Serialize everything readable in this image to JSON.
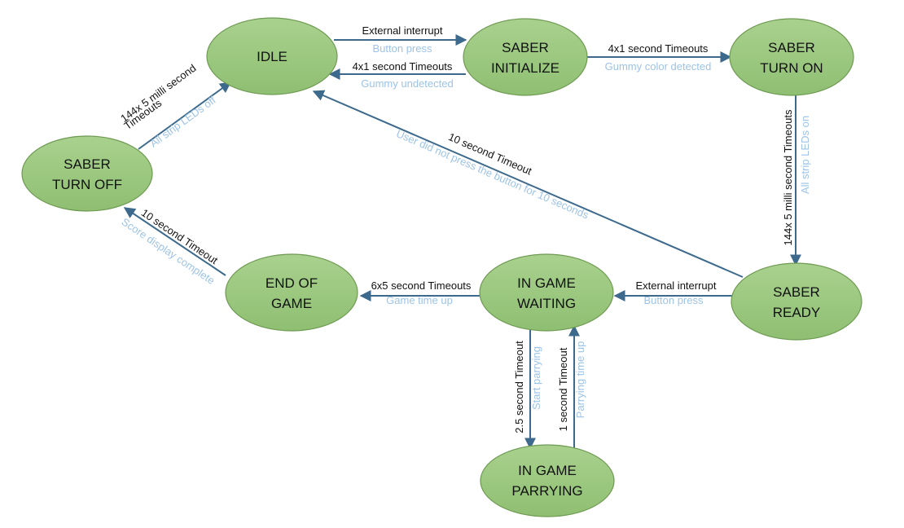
{
  "states": {
    "idle": {
      "line1": "IDLE",
      "line2": ""
    },
    "saber_initialize": {
      "line1": "SABER",
      "line2": "INITIALIZE"
    },
    "saber_turn_on": {
      "line1": "SABER",
      "line2": "TURN ON"
    },
    "saber_turn_off": {
      "line1": "SABER",
      "line2": "TURN OFF"
    },
    "saber_ready": {
      "line1": "SABER",
      "line2": "READY"
    },
    "end_of_game": {
      "line1": "END OF",
      "line2": "GAME"
    },
    "in_game_waiting": {
      "line1": "IN GAME",
      "line2": "WAITING"
    },
    "in_game_parrying": {
      "line1": "IN GAME",
      "line2": "PARRYING"
    }
  },
  "transitions": {
    "idle_to_init": {
      "trigger": "External interrupt",
      "action": "Button press"
    },
    "init_to_idle": {
      "trigger": "4x1 second Timeouts",
      "action": "Gummy undetected"
    },
    "init_to_on": {
      "trigger": "4x1 second Timeouts",
      "action": "Gummy color detected"
    },
    "on_to_ready": {
      "trigger": "144x 5 milli second Timeouts",
      "action": "All strip LEDs on"
    },
    "ready_to_idle": {
      "trigger": "10 second Timeout",
      "action": "User did not press the button for 10 seconds"
    },
    "ready_to_waiting": {
      "trigger": "External interrupt",
      "action": "Button press"
    },
    "waiting_to_end": {
      "trigger": "6x5 second Timeouts",
      "action": "Game time up"
    },
    "end_to_off": {
      "trigger": "10 second Timeout",
      "action": "Score display complete"
    },
    "off_to_idle": {
      "trigger_line1": "144x 5 milli second",
      "trigger_line2": "Timeouts",
      "action": "All strip LEDs off"
    },
    "waiting_to_parrying": {
      "trigger": "2.5 second Timeout",
      "action": "Start parrying"
    },
    "parrying_to_waiting": {
      "trigger": "1 second Timeout",
      "action": "Parrying time up"
    }
  },
  "colors": {
    "state_fill_top": "#a9d18e",
    "state_fill_bottom": "#8fbf72",
    "edge": "#3d6a8c",
    "trigger_text": "#111111",
    "action_text": "#9dc3e6"
  }
}
